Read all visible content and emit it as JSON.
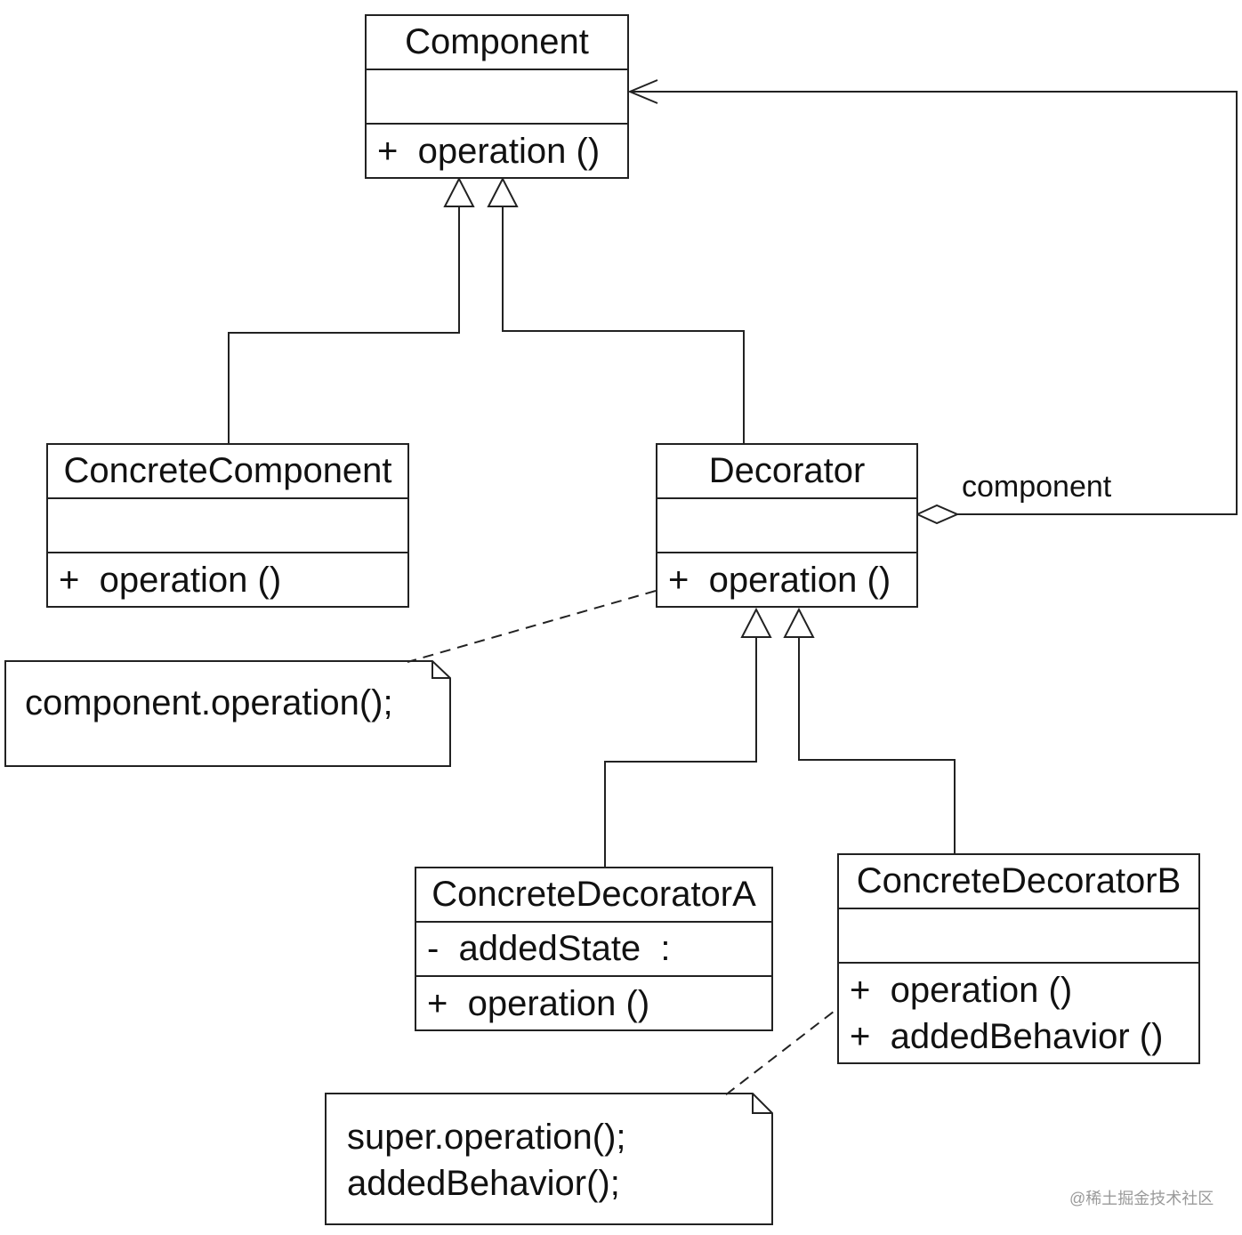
{
  "classes": {
    "component": {
      "name": "Component",
      "attributes": [],
      "operations": [
        "+  operation ()"
      ]
    },
    "concrete_component": {
      "name": "ConcreteComponent",
      "attributes": [],
      "operations": [
        "+  operation ()"
      ]
    },
    "decorator": {
      "name": "Decorator",
      "attributes": [],
      "operations": [
        "+  operation ()"
      ]
    },
    "concrete_decorator_a": {
      "name": "ConcreteDecoratorA",
      "attributes": [
        "-  addedState  :"
      ],
      "operations": [
        "+  operation ()"
      ]
    },
    "concrete_decorator_b": {
      "name": "ConcreteDecoratorB",
      "attributes": [],
      "operations": [
        "+  operation ()",
        "+  addedBehavior ()"
      ]
    }
  },
  "relationships": {
    "aggregation_label": "component"
  },
  "notes": {
    "decorator_note": [
      "component.operation();"
    ],
    "decorator_b_note": [
      "super.operation();",
      "addedBehavior();"
    ]
  },
  "watermark": "@稀土掘金技术社区"
}
